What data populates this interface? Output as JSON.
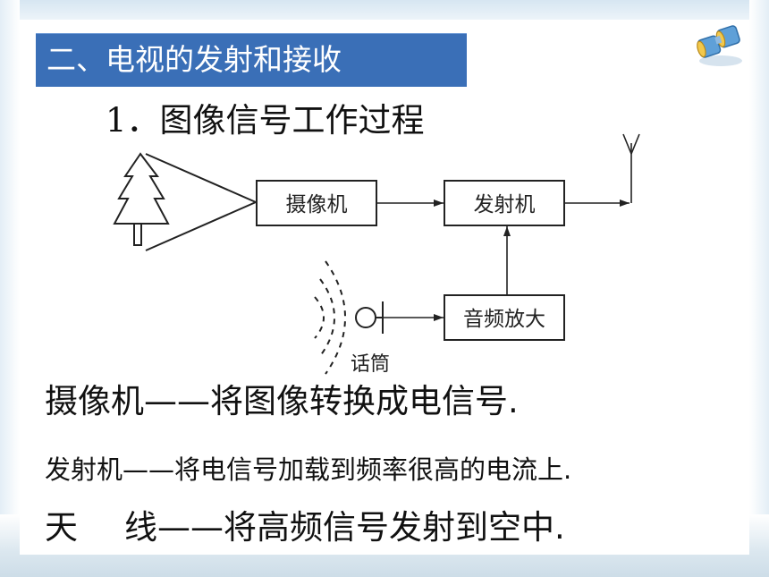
{
  "section": {
    "title": "二、电视的发射和接收"
  },
  "subtitle": "1．图像信号工作过程",
  "diagram": {
    "camera_label": "摄像机",
    "transmitter_label": "发射机",
    "audio_amp_label": "音频放大",
    "microphone_label": "话筒",
    "icons": [
      "tree-icon",
      "antenna-icon",
      "microphone-icon",
      "sound-waves-icon"
    ]
  },
  "descriptions": {
    "line1": "摄像机——将图像转换成电信号.",
    "line2": "发射机——将电信号加载到频率很高的电流上.",
    "line3_head": "天",
    "line3_tail": "线——将高频信号发射到空中."
  },
  "colors": {
    "section_bar": "#3a6fb7",
    "section_text": "#ffffff",
    "text": "#111111"
  }
}
